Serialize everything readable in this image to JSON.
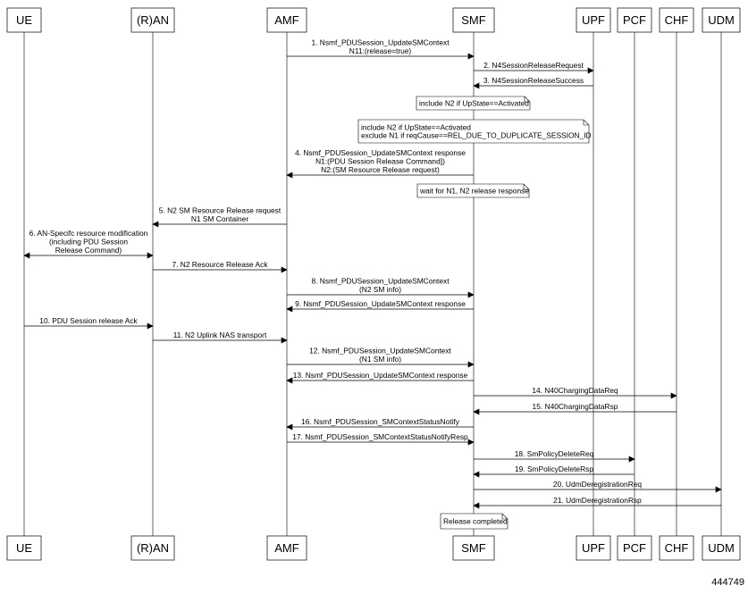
{
  "participants": [
    {
      "id": "UE",
      "label": "UE"
    },
    {
      "id": "RAN",
      "label": "(R)AN"
    },
    {
      "id": "AMF",
      "label": "AMF"
    },
    {
      "id": "SMF",
      "label": "SMF"
    },
    {
      "id": "UPF",
      "label": "UPF"
    },
    {
      "id": "PCF",
      "label": "PCF"
    },
    {
      "id": "CHF",
      "label": "CHF"
    },
    {
      "id": "UDM",
      "label": "UDM"
    }
  ],
  "messages": [
    {
      "from": "AMF",
      "to": "SMF",
      "lines": [
        "1. Nsmf_PDUSession_UpdateSMContext",
        "N11:(release=true)"
      ]
    },
    {
      "from": "SMF",
      "to": "UPF",
      "lines": [
        "2. N4SessionReleaseRequest"
      ]
    },
    {
      "from": "UPF",
      "to": "SMF",
      "lines": [
        "3. N4SessionReleaseSuccess"
      ]
    },
    {
      "from": "SMF",
      "to": "AMF",
      "lines": [
        "4. Nsmf_PDUSession_UpdateSMContext response",
        "N1:(PDU Session Release Command])",
        "N2:(SM Resource Release request)"
      ]
    },
    {
      "from": "AMF",
      "to": "RAN",
      "lines": [
        "5. N2 SM Resource Release request",
        "N1 SM Container"
      ]
    },
    {
      "from": "UE",
      "to": "RAN",
      "both": true,
      "lines": [
        "6. AN-Specifc resource modification",
        "(including PDU Session",
        "Release Command)"
      ]
    },
    {
      "from": "RAN",
      "to": "AMF",
      "lines": [
        "7. N2 Resource Release Ack"
      ]
    },
    {
      "from": "AMF",
      "to": "SMF",
      "lines": [
        "8. Nsmf_PDUSession_UpdateSMContext",
        "(N2 SM info)"
      ]
    },
    {
      "from": "SMF",
      "to": "AMF",
      "lines": [
        "9. Nsmf_PDUSession_UpdateSMContext response"
      ]
    },
    {
      "from": "UE",
      "to": "RAN",
      "lines": [
        "10. PDU Session release Ack"
      ]
    },
    {
      "from": "RAN",
      "to": "AMF",
      "lines": [
        "11. N2 Uplink NAS transport"
      ]
    },
    {
      "from": "AMF",
      "to": "SMF",
      "lines": [
        "12. Nsmf_PDUSession_UpdateSMContext",
        "(N1 SM info)"
      ]
    },
    {
      "from": "SMF",
      "to": "AMF",
      "lines": [
        "13. Nsmf_PDUSession_UpdateSMContext response"
      ]
    },
    {
      "from": "SMF",
      "to": "CHF",
      "lines": [
        "14. N40ChargingDataReq"
      ]
    },
    {
      "from": "CHF",
      "to": "SMF",
      "lines": [
        "15. N40ChargingDataRsp"
      ]
    },
    {
      "from": "SMF",
      "to": "AMF",
      "lines": [
        "16. Nsmf_PDUSession_SMContextStatusNotify"
      ]
    },
    {
      "from": "AMF",
      "to": "SMF",
      "lines": [
        "17. Nsmf_PDUSession_SMContextStatusNotifyResp"
      ]
    },
    {
      "from": "SMF",
      "to": "PCF",
      "lines": [
        "18. SmPolicyDeleteReq"
      ]
    },
    {
      "from": "PCF",
      "to": "SMF",
      "lines": [
        "19. SmPolicyDeleteRsp"
      ]
    },
    {
      "from": "SMF",
      "to": "UDM",
      "lines": [
        "20. UdmDeregistrationReq"
      ]
    },
    {
      "from": "UDM",
      "to": "SMF",
      "lines": [
        "21. UdmDeregistrationRsp"
      ]
    }
  ],
  "notes": [
    {
      "lines": [
        "include N2 if UpState==Activated"
      ]
    },
    {
      "lines": [
        "include N2 if UpState==Activated",
        "exclude N1 if reqCause==REL_DUE_TO_DUPLICATE_SESSION_ID"
      ]
    },
    {
      "lines": [
        "wait for N1, N2 release response"
      ]
    },
    {
      "lines": [
        "Release completed"
      ]
    }
  ],
  "figure_id": "444749"
}
